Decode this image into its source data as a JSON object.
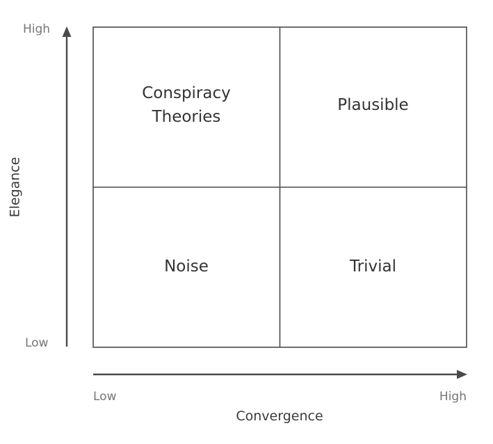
{
  "y_axis": {
    "title": "Elegance",
    "high_label": "High",
    "low_label": "Low"
  },
  "x_axis": {
    "title": "Convergence",
    "low_label": "Low",
    "high_label": "High"
  },
  "quadrants": {
    "top_left": "Conspiracy\nTheories",
    "top_right": "Plausible",
    "bottom_left": "Noise",
    "bottom_right": "Trivial"
  },
  "colors": {
    "line": "#4a4a4a",
    "tick_text": "#757575",
    "label_text": "#333333"
  }
}
